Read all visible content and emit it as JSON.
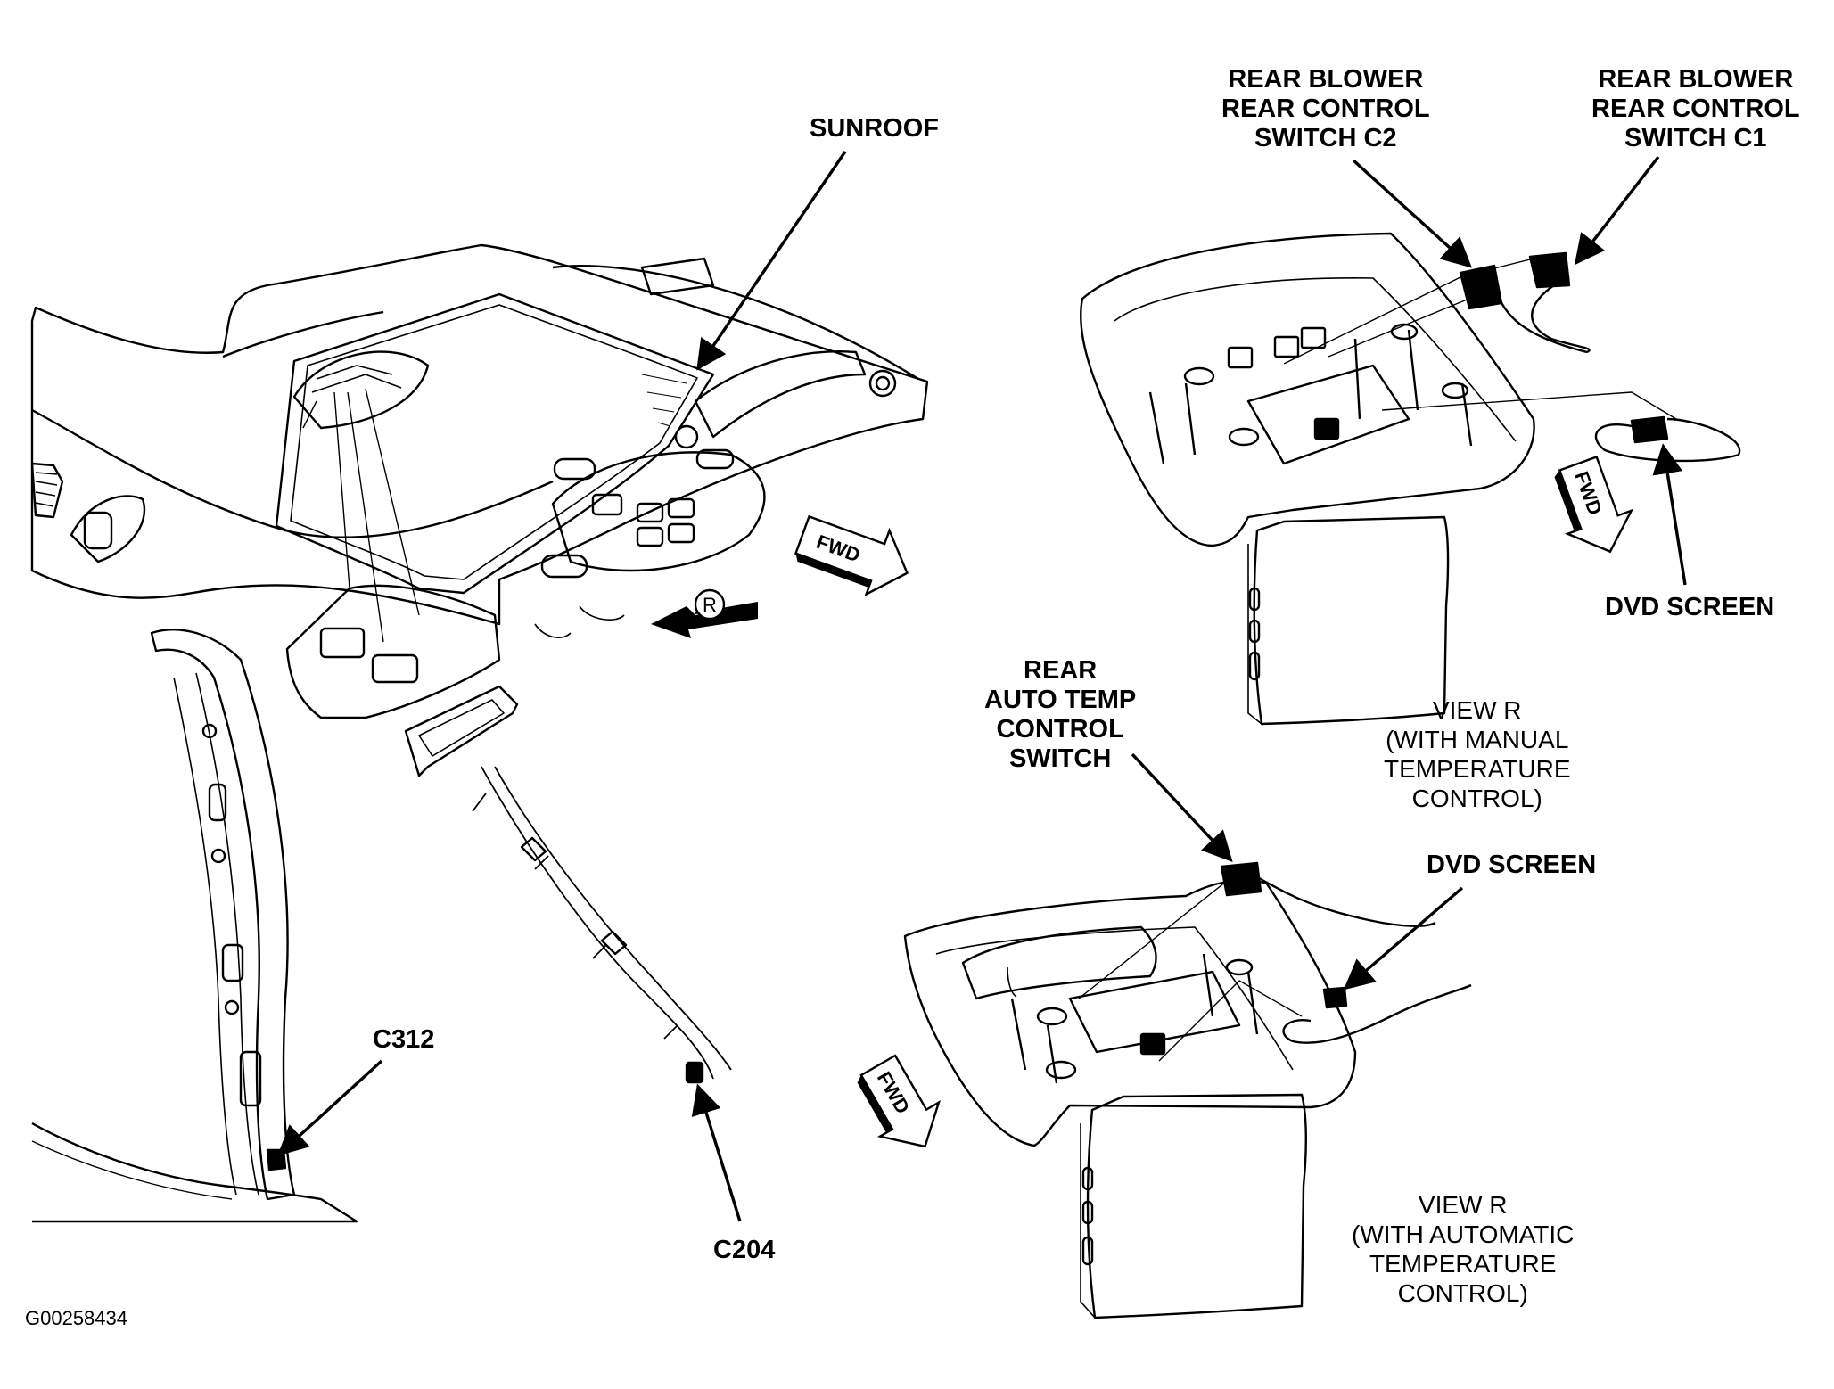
{
  "labels": {
    "sunroof": "SUNROOF",
    "blower_c2": [
      "REAR BLOWER",
      "REAR CONTROL",
      "SWITCH C2"
    ],
    "blower_c1": [
      "REAR BLOWER",
      "REAR CONTROL",
      "SWITCH C1"
    ],
    "dvd_screen_top": "DVD SCREEN",
    "view_manual": [
      "VIEW R",
      "(WITH MANUAL",
      "TEMPERATURE",
      "CONTROL)"
    ],
    "auto_temp": [
      "REAR",
      "AUTO TEMP",
      "CONTROL",
      "SWITCH"
    ],
    "dvd_screen_bottom": "DVD SCREEN",
    "c312": "C312",
    "c204": "C204",
    "view_auto": [
      "VIEW R",
      "(WITH AUTOMATIC",
      "TEMPERATURE",
      "CONTROL)"
    ],
    "figure_id": "G00258434"
  },
  "symbols": {
    "fwd": "FWD",
    "view_marker": "R"
  },
  "colors": {
    "line": "#000000",
    "background": "#ffffff"
  }
}
